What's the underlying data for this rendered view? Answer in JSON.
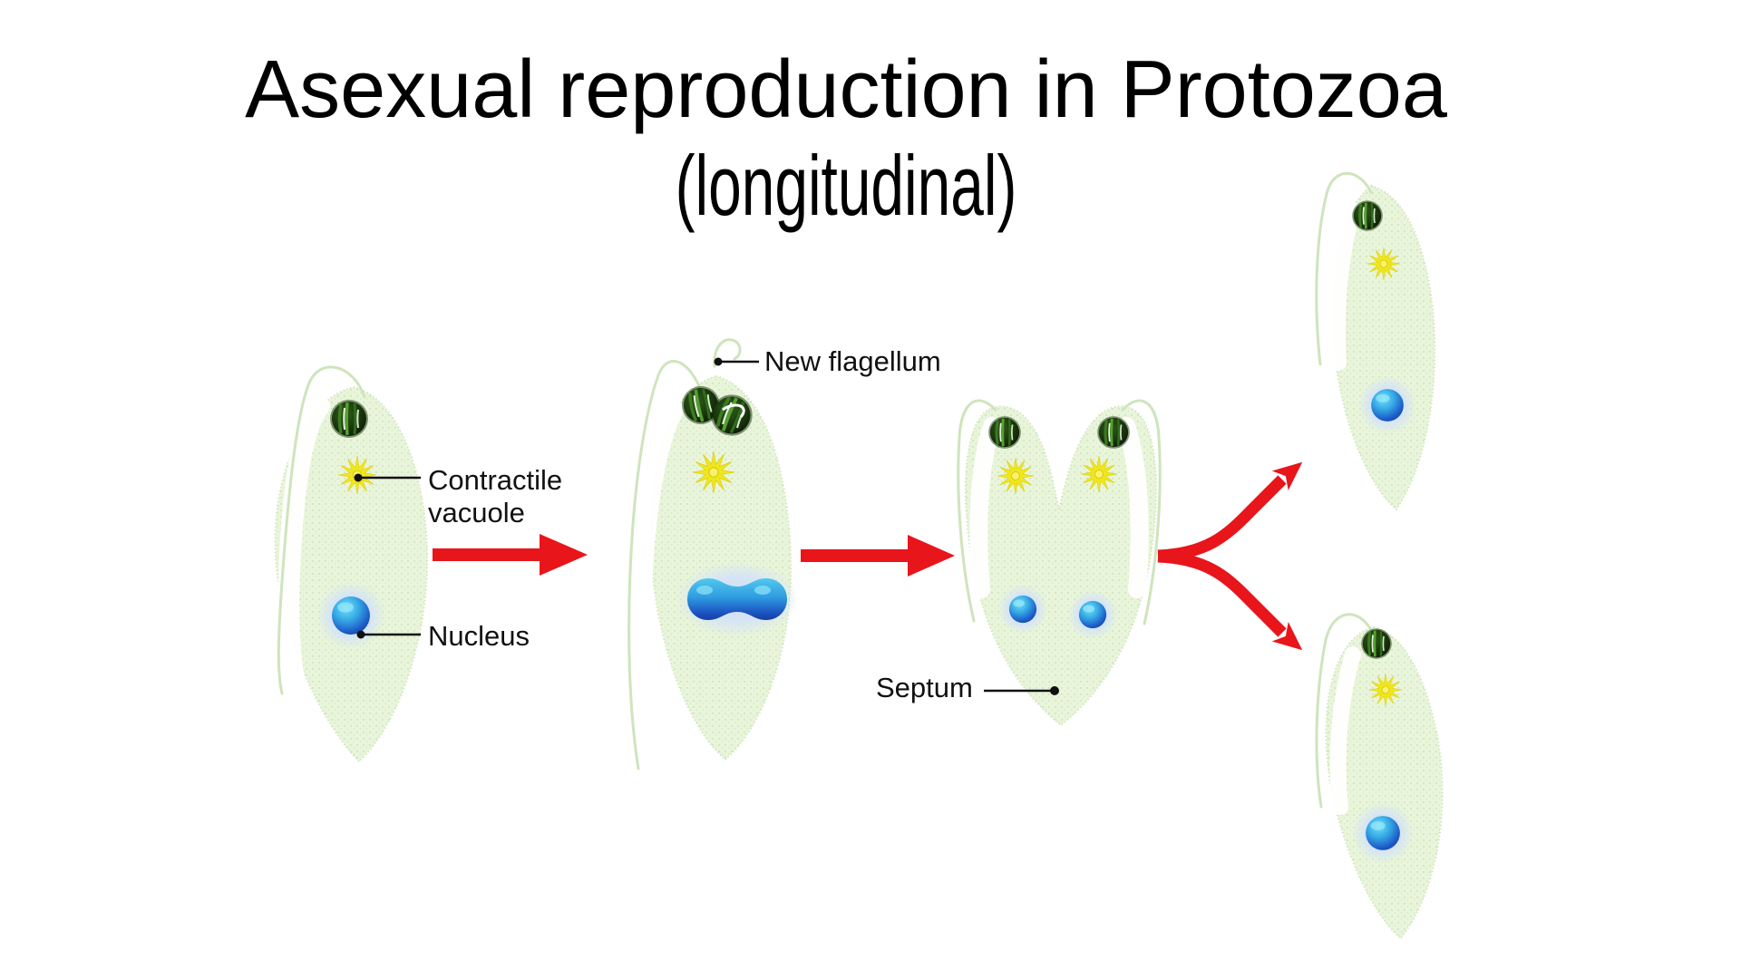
{
  "title": {
    "main": "Asexual reproduction in Protozoa",
    "subtitle": "(longitudinal)"
  },
  "labels": {
    "new_flagellum": "New flagellum",
    "contractile_vacuole": "Contractile vacuole",
    "nucleus": "Nucleus",
    "septum": "Septum"
  },
  "colors": {
    "arrow_red": "#e8151b",
    "cell_body_green": "#e9f5da",
    "eyespot_dark_green": "#14280a",
    "contractile_vacuole_yellow": "#f0e71c",
    "nucleus_blue": "#1d5ec9",
    "nucleus_halo_blue": "#cfe0f2",
    "label_text": "#111111"
  },
  "icons": {
    "eyespot": "eyespot-icon",
    "contractile_vacuole": "contractile-vacuole-icon",
    "nucleus": "nucleus-icon",
    "flagellum": "flagellum-icon",
    "stage_arrow": "red-arrow-icon",
    "fork_arrow": "fork-arrow-icon"
  }
}
